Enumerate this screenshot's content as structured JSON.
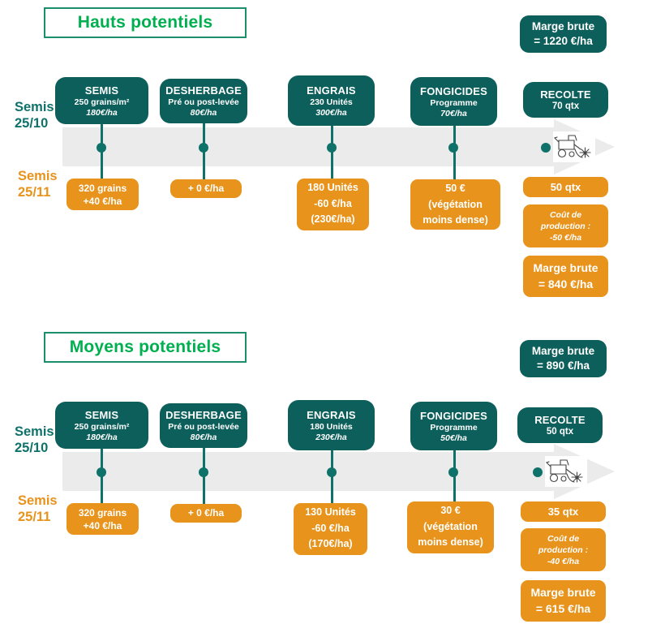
{
  "colors": {
    "teal_box": "#0C5F5B",
    "teal_bright": "#0E726B",
    "orange": "#E8931C",
    "title_green": "#00AF50",
    "title_border": "#1B8F6C",
    "timeline_band": "#EBEBEB"
  },
  "sections": [
    {
      "title": "Hauts potentiels",
      "marge_top": {
        "line1": "Marge brute",
        "line2": "= 1220 €/ha"
      },
      "left_labels": {
        "teal_line1": "Semis",
        "teal_line2": "25/10",
        "orange_line1": "Semis",
        "orange_line2": "25/11"
      },
      "stages": [
        {
          "title": "SEMIS",
          "line2": "250 grains/m²",
          "line3": "180€/ha"
        },
        {
          "title": "DESHERBAGE",
          "line2": "Pré ou post-levée",
          "line3": "80€/ha"
        },
        {
          "title": "ENGRAIS",
          "line2": "230 Unités",
          "line3": "300€/ha"
        },
        {
          "title": "FONGICIDES",
          "line2": "Programme",
          "line3": "70€/ha"
        },
        {
          "title": "RECOLTE",
          "line2": "70 qtx"
        }
      ],
      "late_boxes": [
        {
          "line1": "320 grains",
          "line2": "+40 €/ha"
        },
        {
          "line1": "+ 0 €/ha"
        },
        {
          "line1": "180 Unités",
          "line2": "-60 €/ha",
          "line3": "(230€/ha)"
        },
        {
          "line1": "50 €",
          "line2": "(végétation",
          "line3": "moins dense)"
        }
      ],
      "results": {
        "qtx": "50 qtx",
        "cost_line1": "Coût de",
        "cost_line2": "production :",
        "cost_line3": "-50 €/ha",
        "marge_line1": "Marge brute",
        "marge_line2": "= 840 €/ha"
      },
      "icons": {
        "harvester": "combine-harvester"
      }
    },
    {
      "title": "Moyens potentiels",
      "marge_top": {
        "line1": "Marge brute",
        "line2": "= 890 €/ha"
      },
      "left_labels": {
        "teal_line1": "Semis",
        "teal_line2": "25/10",
        "orange_line1": "Semis",
        "orange_line2": "25/11"
      },
      "stages": [
        {
          "title": "SEMIS",
          "line2": "250 grains/m²",
          "line3": "180€/ha"
        },
        {
          "title": "DESHERBAGE",
          "line2": "Pré ou post-levée",
          "line3": "80€/ha"
        },
        {
          "title": "ENGRAIS",
          "line2": "180 Unités",
          "line3": "230€/ha"
        },
        {
          "title": "FONGICIDES",
          "line2": "Programme",
          "line3": "50€/ha"
        },
        {
          "title": "RECOLTE",
          "line2": "50 qtx"
        }
      ],
      "late_boxes": [
        {
          "line1": "320 grains",
          "line2": "+40 €/ha"
        },
        {
          "line1": "+ 0 €/ha"
        },
        {
          "line1": "130 Unités",
          "line2": "-60 €/ha",
          "line3": "(170€/ha)"
        },
        {
          "line1": "30 €",
          "line2": "(végétation",
          "line3": "moins dense)"
        }
      ],
      "results": {
        "qtx": "35 qtx",
        "cost_line1": "Coût de",
        "cost_line2": "production :",
        "cost_line3": "-40 €/ha",
        "marge_line1": "Marge brute",
        "marge_line2": "= 615 €/ha"
      },
      "icons": {
        "harvester": "combine-harvester"
      }
    }
  ]
}
